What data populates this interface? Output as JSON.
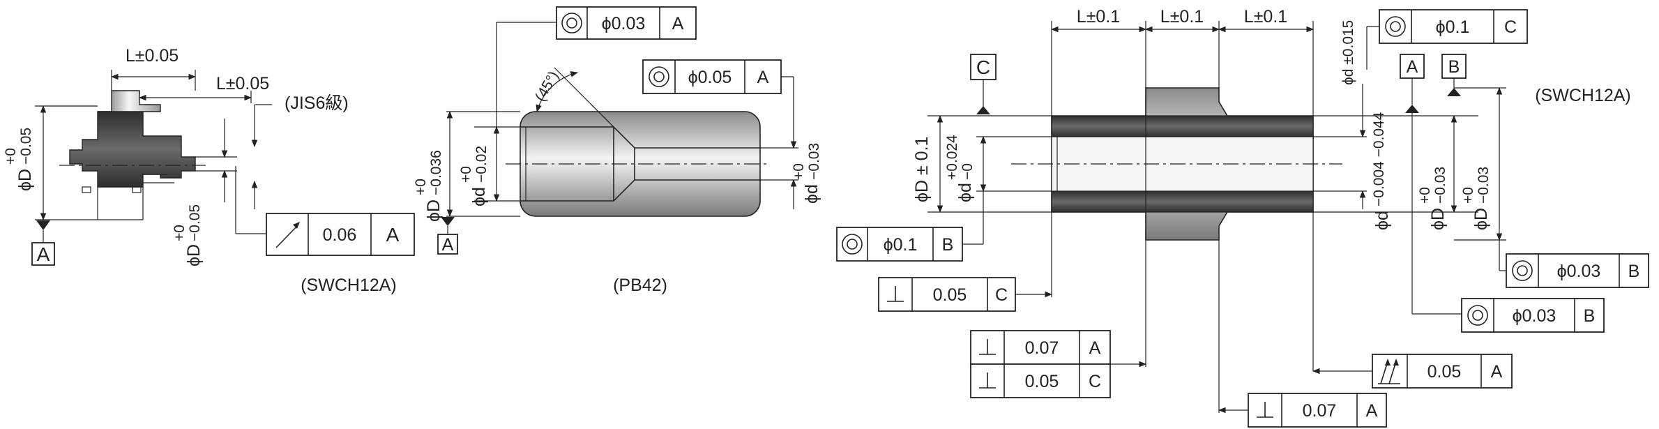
{
  "colors": {
    "ink": "#222222",
    "paper": "#ffffff",
    "shade_dark": "#3a3a3a",
    "shade_light": "#f2f2f2"
  },
  "part1": {
    "dim_length_top": "L±0.05",
    "dim_length_step": "L±0.05",
    "grade_note": "(JIS6級)",
    "dia_left_main": "ϕD",
    "dia_left_tol_upper": "+0",
    "dia_left_tol_lower": "−0.05",
    "dia_bottom_main": "ϕD",
    "dia_bottom_tol_upper": "+0",
    "dia_bottom_tol_lower": "−0.05",
    "datum": "A",
    "frame_runout": {
      "symbol": "runout-arrow-icon",
      "value": "0.06",
      "datum": "A"
    },
    "material": "(SWCH12A)"
  },
  "part2": {
    "frame_top": {
      "symbol": "concentricity-icon",
      "value": "ϕ0.03",
      "datum": "A"
    },
    "frame_mid": {
      "symbol": "concentricity-icon",
      "value": "ϕ0.05",
      "datum": "A"
    },
    "angle": "(45°)",
    "dia_outer_main": "ϕD",
    "dia_outer_tol_upper": "+0",
    "dia_outer_tol_lower": "−0.036",
    "dia_inner_main": "ϕd",
    "dia_inner_tol_upper": "+0",
    "dia_inner_tol_lower": "−0.02",
    "dia_right_main": "ϕd",
    "dia_right_tol_upper": "+0",
    "dia_right_tol_lower": "−0.03",
    "datum": "A",
    "material": "(PB42)"
  },
  "part3": {
    "dim_l1": "L±0.1",
    "dim_l2": "L±0.1",
    "dim_l3": "L±0.1",
    "dim_top_dia": "ϕd ±0.015",
    "datum_c": "C",
    "datum_a": "A",
    "datum_b": "B",
    "material": "(SWCH12A)",
    "dia_left_outer": "ϕD ± 0.1",
    "dia_left_inner_main": "ϕd",
    "dia_left_inner_tol_upper": "+0.024",
    "dia_left_inner_tol_lower": "−0",
    "dia_right_inner_main": "ϕd",
    "dia_right_inner_tol": "−0.004 −0.044",
    "dia_right_mid_main": "ϕD",
    "dia_right_mid_tol_upper": "+0",
    "dia_right_mid_tol_lower": "−0.03",
    "dia_right_outer_main": "ϕD",
    "dia_right_outer_tol_upper": "+0",
    "dia_right_outer_tol_lower": "−0.03",
    "frame_top": {
      "symbol": "concentricity-icon",
      "value": "ϕ0.1",
      "datum": "C"
    },
    "frame_left": {
      "symbol": "concentricity-icon",
      "value": "ϕ0.1",
      "datum": "B"
    },
    "frame_perp_c": {
      "symbol": "perpendicularity-icon",
      "value": "0.05",
      "datum": "C"
    },
    "frame_perp_a": {
      "symbol": "perpendicularity-icon",
      "value": "0.07",
      "datum": "A"
    },
    "frame_perp_c2": {
      "symbol": "perpendicularity-icon",
      "value": "0.05",
      "datum": "C"
    },
    "frame_conc_right1": {
      "symbol": "concentricity-icon",
      "value": "ϕ0.03",
      "datum": "B"
    },
    "frame_conc_right2": {
      "symbol": "concentricity-icon",
      "value": "ϕ0.03",
      "datum": "B"
    },
    "frame_runout": {
      "symbol": "total-runout-icon",
      "value": "0.05",
      "datum": "A"
    },
    "frame_perp_bottom": {
      "symbol": "perpendicularity-icon",
      "value": "0.07",
      "datum": "A"
    }
  }
}
